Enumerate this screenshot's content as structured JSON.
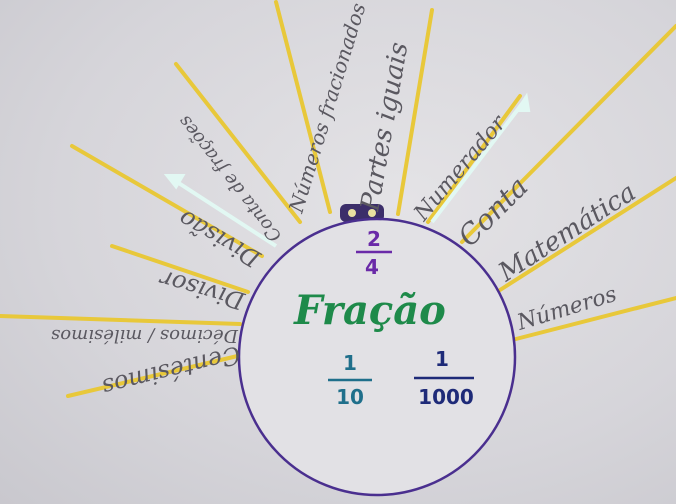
{
  "center": {
    "title": "Fração",
    "fractions": [
      {
        "numerator": "2",
        "denominator": "4"
      },
      {
        "numerator": "1",
        "denominator": "10"
      },
      {
        "numerator": "1",
        "denominator": "1000"
      }
    ]
  },
  "rays": [
    {
      "label": "Números fracionados"
    },
    {
      "label": "Partes iguais"
    },
    {
      "label": "Numerador"
    },
    {
      "label": "Conta"
    },
    {
      "label": "Matemática"
    },
    {
      "label": "Números"
    },
    {
      "label": "Centésimos"
    },
    {
      "label": "Décimos / milésimos"
    },
    {
      "label": "Divisor"
    },
    {
      "label": "Divisão"
    },
    {
      "label": "Conta de frações"
    }
  ],
  "colors": {
    "ray": "#e8c83a",
    "circle": "#4a2f8f",
    "title": "#1e8a4a",
    "fraction_purple": "#6a2aa8",
    "fraction_teal": "#1f6f8b",
    "fraction_navy": "#1e2a78",
    "arrow": "#dff7f2"
  }
}
